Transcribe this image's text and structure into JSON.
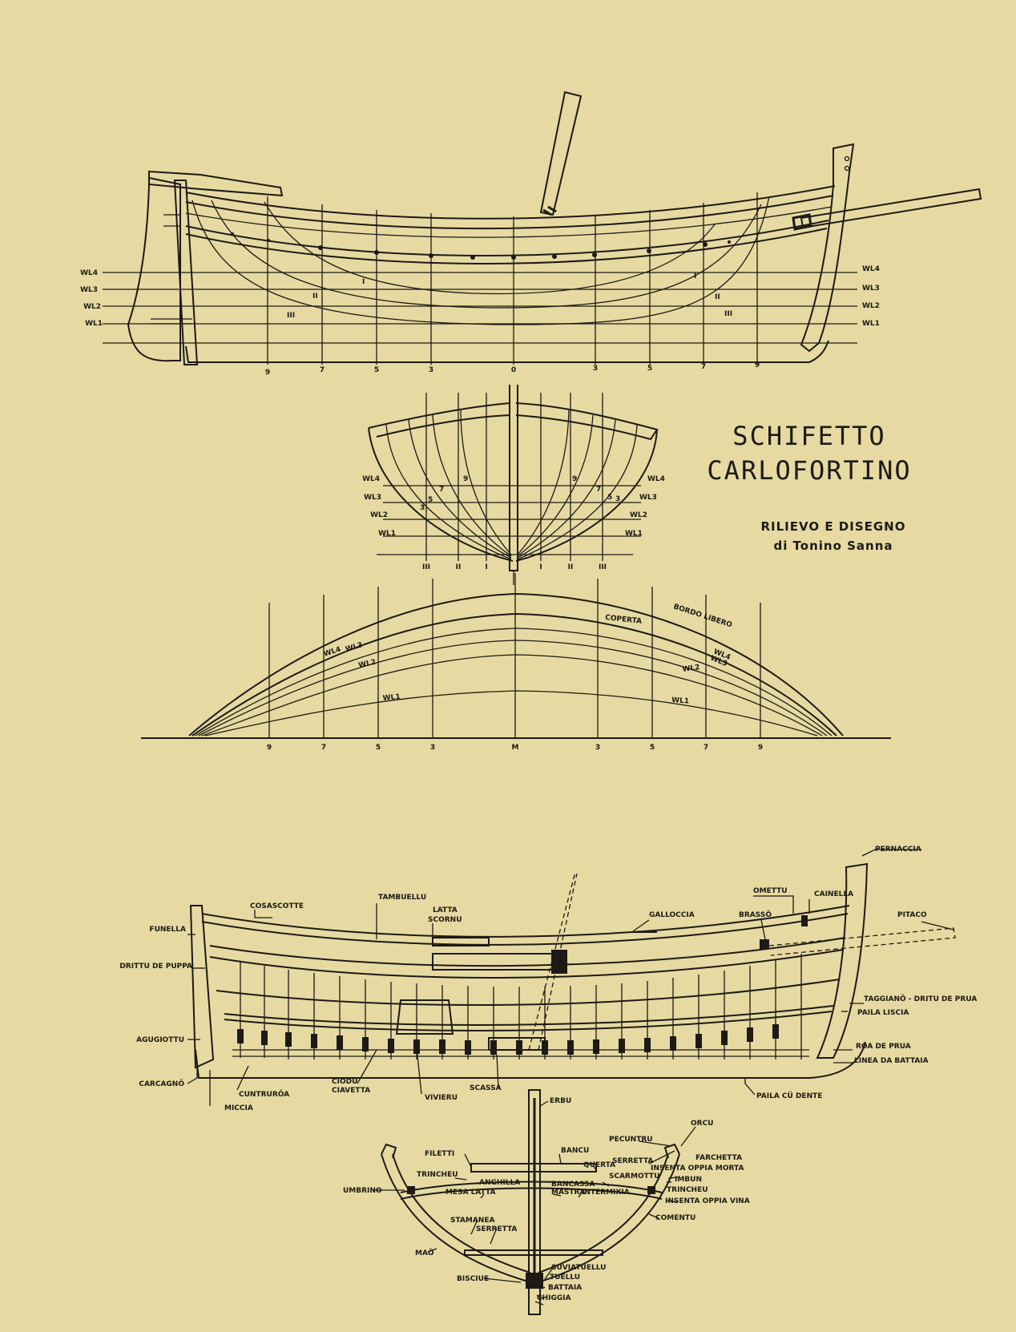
{
  "title": {
    "line1": "SCHIFETTO",
    "line2": "CARLOFORTINO"
  },
  "subtitle": {
    "line1": "RILIEVO  E  DISEGNO",
    "line2": "di  Tonino  Sanna"
  },
  "profile": {
    "wl_left": [
      "WL4",
      "WL3",
      "WL2",
      "WL1"
    ],
    "wl_right": [
      "WL4",
      "WL3",
      "WL2",
      "WL1"
    ],
    "buttocks": [
      "I",
      "II",
      "III"
    ],
    "stations": [
      "9",
      "7",
      "5",
      "3",
      "0",
      "3",
      "5",
      "7",
      "9"
    ]
  },
  "body_plan": {
    "wl_left": [
      "WL4",
      "WL3",
      "WL2",
      "WL1"
    ],
    "wl_right": [
      "WL4",
      "WL3",
      "WL2",
      "WL1"
    ],
    "section_numbers": [
      "9",
      "7",
      "5",
      "3",
      "9",
      "7",
      "5",
      "3"
    ],
    "buttocks": [
      "III",
      "II",
      "I",
      "I",
      "II",
      "III"
    ]
  },
  "half_breadth": {
    "labels": [
      "BORDO LIBERO",
      "COPERTA",
      "WL4",
      "WL3",
      "WL2",
      "WL1",
      "WL4",
      "WL3",
      "WL2",
      "WL1"
    ],
    "stations": [
      "9",
      "7",
      "5",
      "3",
      "M",
      "3",
      "5",
      "7",
      "9"
    ]
  },
  "construction": {
    "labels": [
      "PERNACCIA",
      "COSASCOTTE",
      "TAMBUELLU",
      "OMETTU",
      "CAINELLA",
      "FUNELLA",
      "LATTA",
      "SCORNU",
      "GALLOCCIA",
      "BRASSÖ",
      "PITACO",
      "DRITTU DE PUPPA",
      "TAGGIANÖ - DRITU DE PRUA",
      "PAILA LISCIA",
      "AGUGIOTTU",
      "ROA DE PRUA",
      "LINEA DA BATTAIA",
      "CARCAGNÖ",
      "CUNTRURÖA",
      "CIODU",
      "CIAVETTA",
      "VIVIERU",
      "SCASSA",
      "PAILA CÜ DENTE",
      "MICCIA"
    ]
  },
  "midship": {
    "labels": [
      "ERBU",
      "PECUNTRU",
      "ORCU",
      "FILETTI",
      "BANCU",
      "SERRETTA",
      "FARCHETTA",
      "QUERTA",
      "INSENTA OPPIA MORTA",
      "TRINCHEU",
      "ANGHILLA",
      "SCARMOTTU",
      "IMBUN",
      "UMBRINO",
      "MESA LATTA",
      "BANCASSA",
      "MASTRA",
      "INTERMIXIA",
      "TRINCHEU",
      "INSENTA OPPIA VINA",
      "COMENTU",
      "STAMANEA",
      "SERRETTA",
      "MAÖ",
      "SUVIATUELLU",
      "BISCIUE",
      "TUELLU",
      "BATTAIA",
      "CHIGGIA"
    ]
  }
}
